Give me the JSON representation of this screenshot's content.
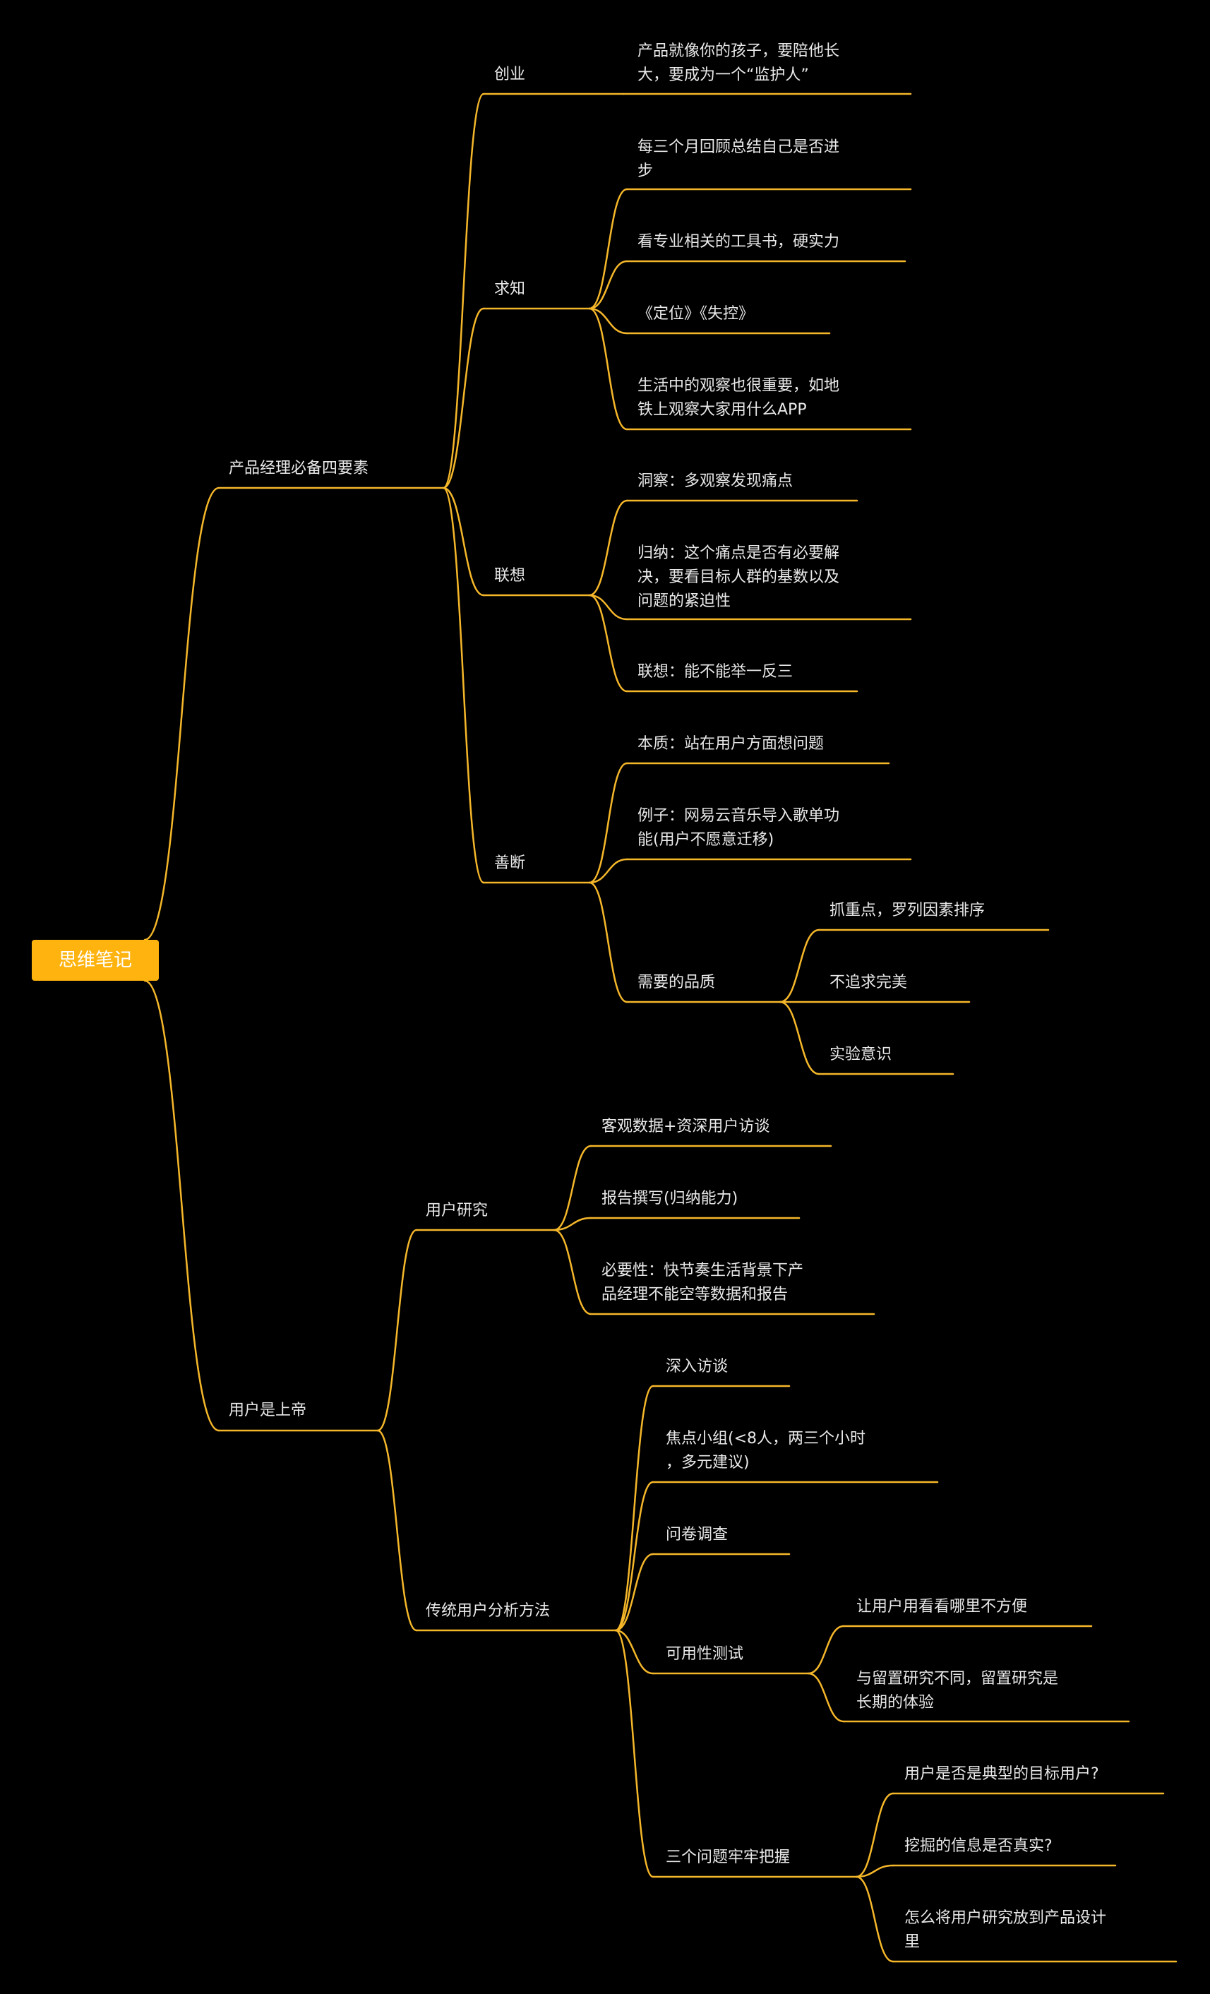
{
  "colors": {
    "background": "#000000",
    "line": "#F5B72A",
    "root_fill": "#FFB30F",
    "root_text": "#FFFFFF",
    "text": "#E9E9E9"
  },
  "root": {
    "label": "思维笔记"
  },
  "branch1": {
    "label": "产品经理必备四要素",
    "chuangye": {
      "label": "创业",
      "items": [
        "产品就像你的孩子，要陪他长\n大，要成为一个“监护人”"
      ]
    },
    "qiuzhi": {
      "label": "求知",
      "items": [
        "每三个月回顾总结自己是否进\n步",
        "看专业相关的工具书，硬实力",
        "《定位》《失控》",
        "生活中的观察也很重要，如地\n铁上观察大家用什么APP"
      ]
    },
    "lianxiang": {
      "label": "联想",
      "items": [
        "洞察：多观察发现痛点",
        "归纳：这个痛点是否有必要解\n决，要看目标人群的基数以及\n问题的紧迫性",
        "联想：能不能举一反三"
      ]
    },
    "shanduan": {
      "label": "善断",
      "items": [
        "本质：站在用户方面想问题",
        "例子：网易云音乐导入歌单功\n能(用户不愿意迁移)"
      ],
      "quality": {
        "label": "需要的品质",
        "items": [
          "抓重点，罗列因素排序",
          "不追求完美",
          "实验意识"
        ]
      }
    }
  },
  "branch2": {
    "label": "用户是上帝",
    "research": {
      "label": "用户研究",
      "items": [
        "客观数据+资深用户访谈",
        "报告撰写(归纳能力)",
        "必要性：快节奏生活背景下产\n品经理不能空等数据和报告"
      ]
    },
    "methods": {
      "label": "传统用户分析方法",
      "items": [
        "深入访谈",
        "焦点小组(<8人，两三个小时\n，多元建议)",
        "问卷调查"
      ],
      "usability": {
        "label": "可用性测试",
        "items": [
          "让用户用看看哪里不方便",
          "与留置研究不同，留置研究是\n长期的体验"
        ]
      },
      "three": {
        "label": "三个问题牢牢把握",
        "items": [
          "用户是否是典型的目标用户?",
          "挖掘的信息是否真实?",
          "怎么将用户研究放到产品设计\n里"
        ]
      }
    }
  }
}
